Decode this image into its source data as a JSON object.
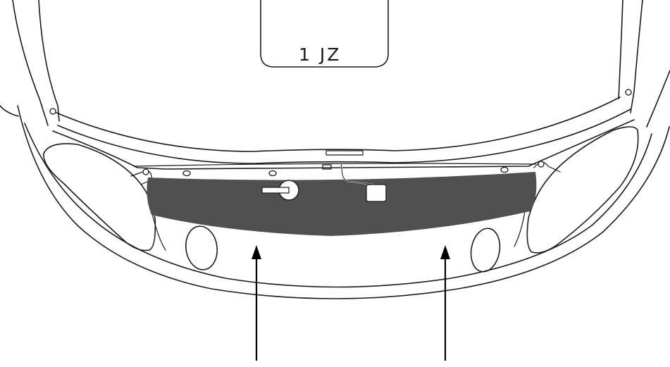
{
  "plate": {
    "text": "1 JZ"
  },
  "colors": {
    "highlight_panel": "#505050",
    "line": "#1a1a1a",
    "background": "#ffffff"
  },
  "arrows": {
    "count": 2,
    "direction": "up"
  }
}
